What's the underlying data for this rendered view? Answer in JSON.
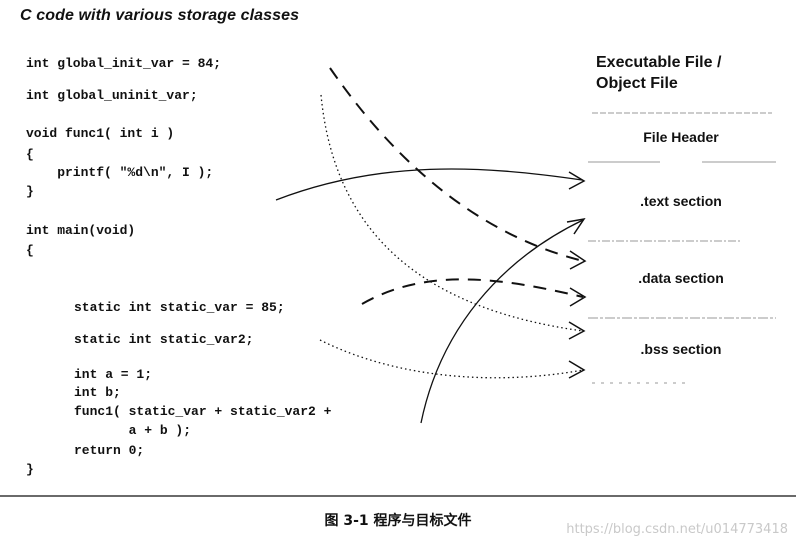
{
  "title": "C code with various storage classes",
  "code": {
    "l1": "int global_init_var = 84;",
    "l2": "int global_uninit_var;",
    "l3": "void func1( int i )",
    "l4": "{",
    "l5": "    printf( \"%d\\n\", I );",
    "l6": "}",
    "l7": "int main(void)",
    "l8": "{",
    "l9": "static int static_var = 85;",
    "l10": "static int static_var2;",
    "l11": "int a = 1;",
    "l12": "int b;",
    "l13": "func1( static_var + static_var2 +",
    "l14": "       a + b );",
    "l15": "return 0;",
    "l16": "}"
  },
  "object_file": {
    "heading_line1": "Executable File /",
    "heading_line2": "Object File",
    "sections": [
      ".text section",
      ".data section",
      ".bss section"
    ],
    "file_header": "File Header"
  },
  "caption": "图 3-1   程序与目标文件",
  "watermark": "https://blog.csdn.net/u014773418",
  "colors": {
    "ink": "#111111",
    "rule": "#999999",
    "watermark": "#c9c9c9"
  }
}
